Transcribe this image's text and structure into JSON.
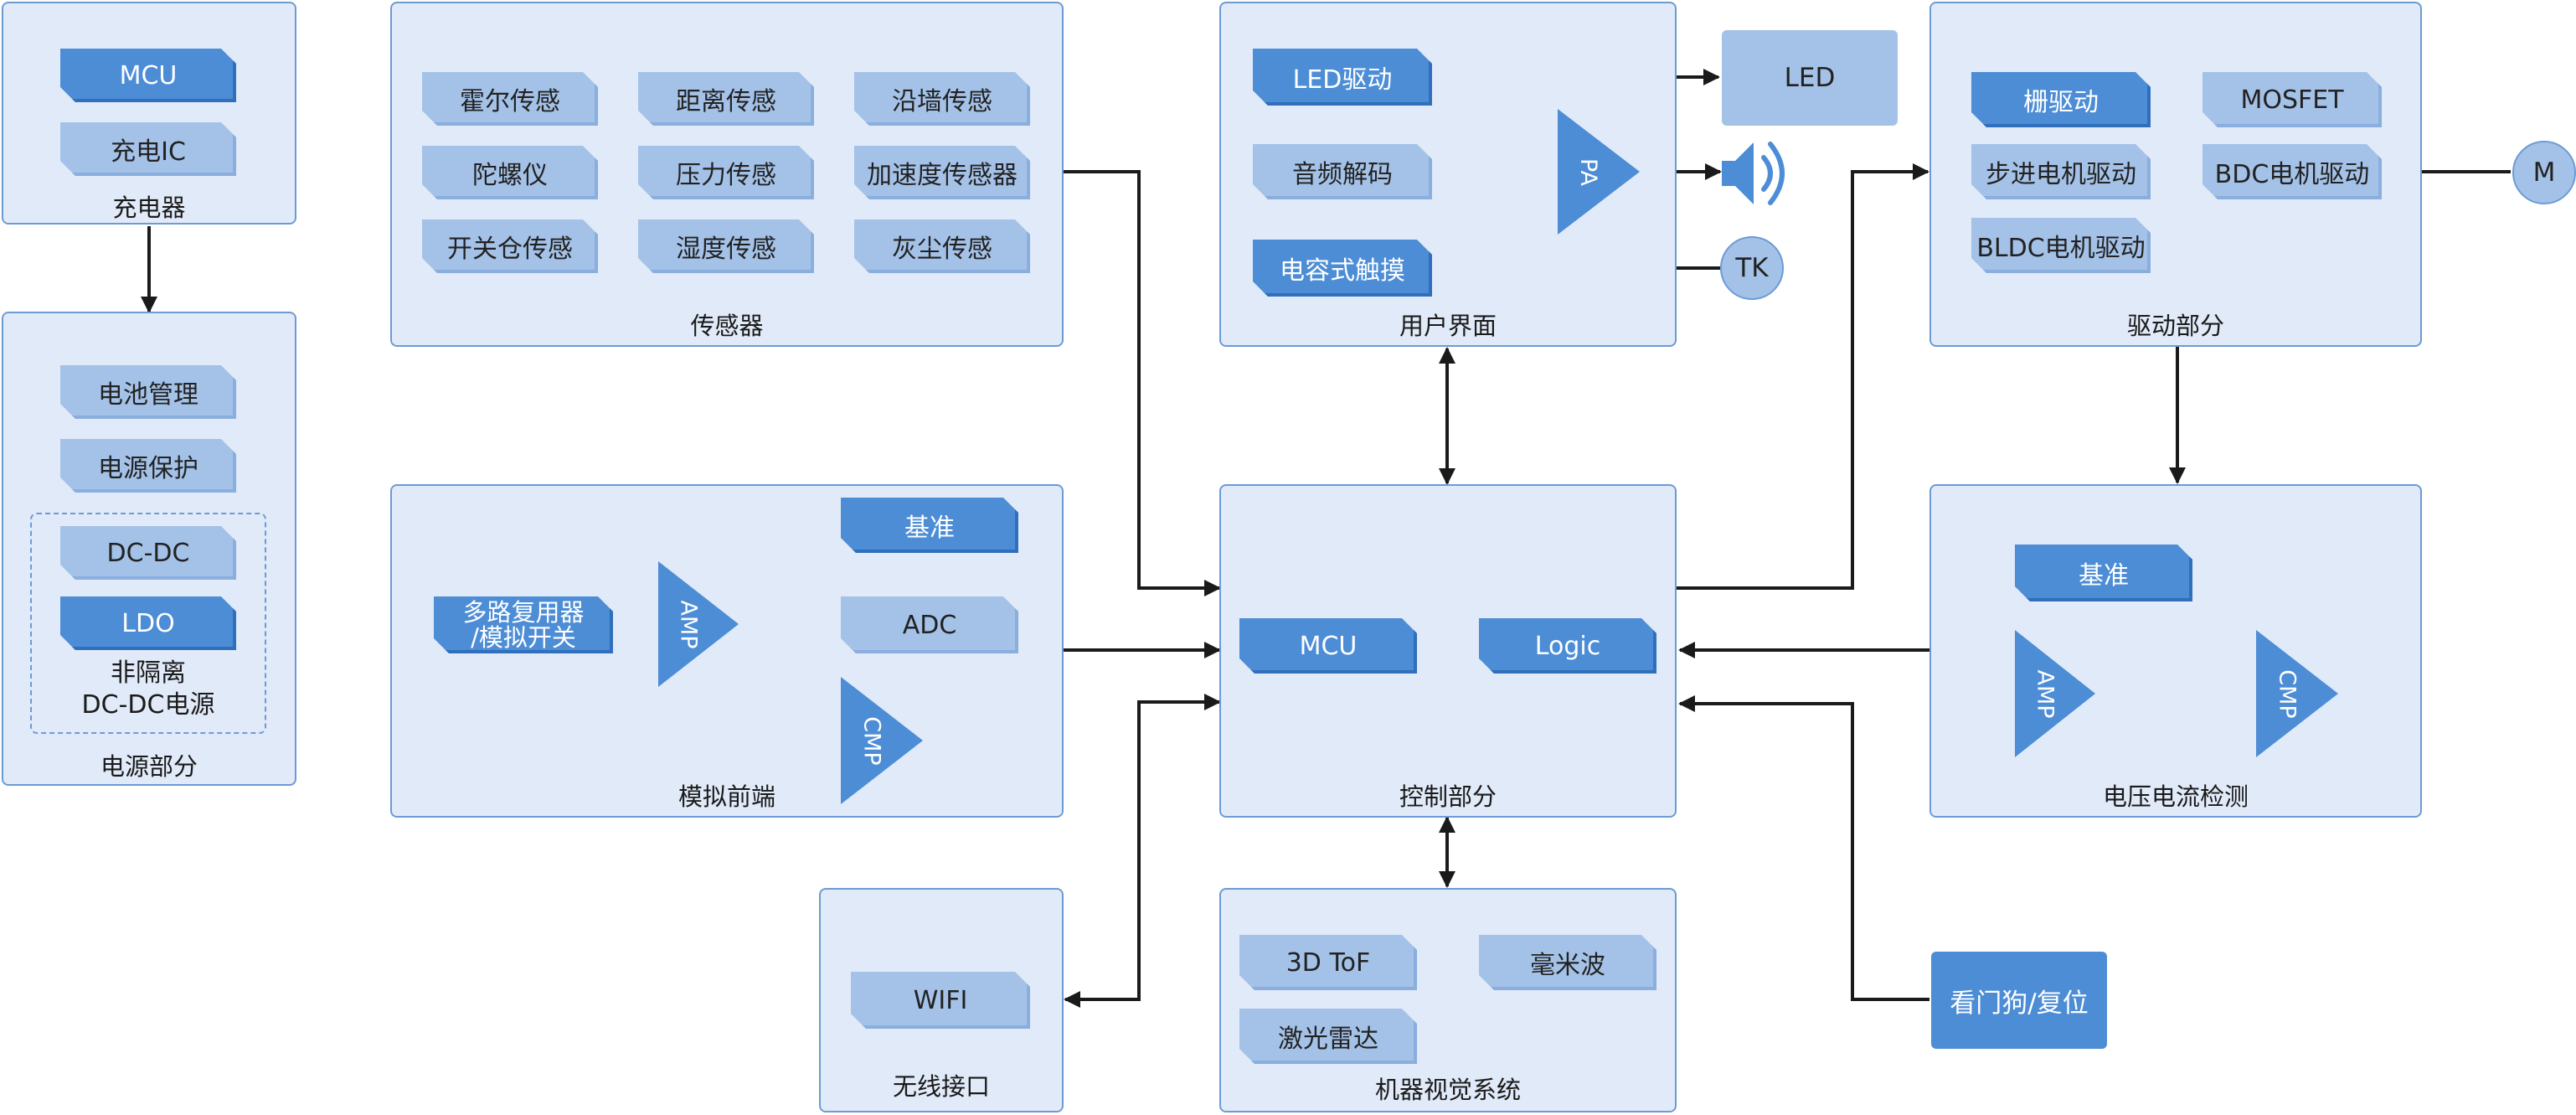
{
  "panels": {
    "charger": {
      "title": "充电器",
      "mcu": "MCU",
      "charge_ic": "充电IC"
    },
    "power": {
      "title": "电源部分",
      "battery_mgmt": "电池管理",
      "power_protect": "电源保护",
      "dcdc": "DC-DC",
      "ldo": "LDO",
      "nonisolated": "非隔离",
      "nonisolated_line2": "DC-DC电源"
    },
    "sensors": {
      "title": "传感器",
      "items": [
        "霍尔传感",
        "距离传感",
        "沿墙传感",
        "陀螺仪",
        "压力传感",
        "加速度传感器",
        "开关仓传感",
        "湿度传感",
        "灰尘传感"
      ]
    },
    "ui": {
      "title": "用户界面",
      "led_drive": "LED驱动",
      "audio_decode": "音频解码",
      "cap_touch": "电容式触摸",
      "pa": "PA",
      "led": "LED",
      "tk": "TK"
    },
    "drive": {
      "title": "驱动部分",
      "gate_drive": "栅驱动",
      "mosfet": "MOSFET",
      "stepper": "步进电机驱动",
      "bdc": "BDC电机驱动",
      "bldc": "BLDC电机驱动",
      "motor": "M"
    },
    "analog": {
      "title": "模拟前端",
      "mux": "多路复用器",
      "mux_line2": "/模拟开关",
      "amp": "AMP",
      "ref": "基准",
      "adc": "ADC",
      "cmp": "CMP"
    },
    "control": {
      "title": "控制部分",
      "mcu": "MCU",
      "logic": "Logic"
    },
    "vi_detect": {
      "title": "电压电流检测",
      "ref": "基准",
      "amp": "AMP",
      "cmp": "CMP"
    },
    "wireless": {
      "title": "无线接口",
      "wifi": "WIFI"
    },
    "vision": {
      "title": "机器视觉系统",
      "tof": "3D ToF",
      "mmwave": "毫米波",
      "lidar": "激光雷达"
    },
    "watchdog": {
      "label": "看门狗/复位"
    }
  },
  "colors": {
    "panel_fill": "#e1eaf8",
    "panel_border": "#6c9bd4",
    "chip_light": "#a4c2e8",
    "chip_dark": "#4d8dd6",
    "line": "#1a1a1a"
  }
}
